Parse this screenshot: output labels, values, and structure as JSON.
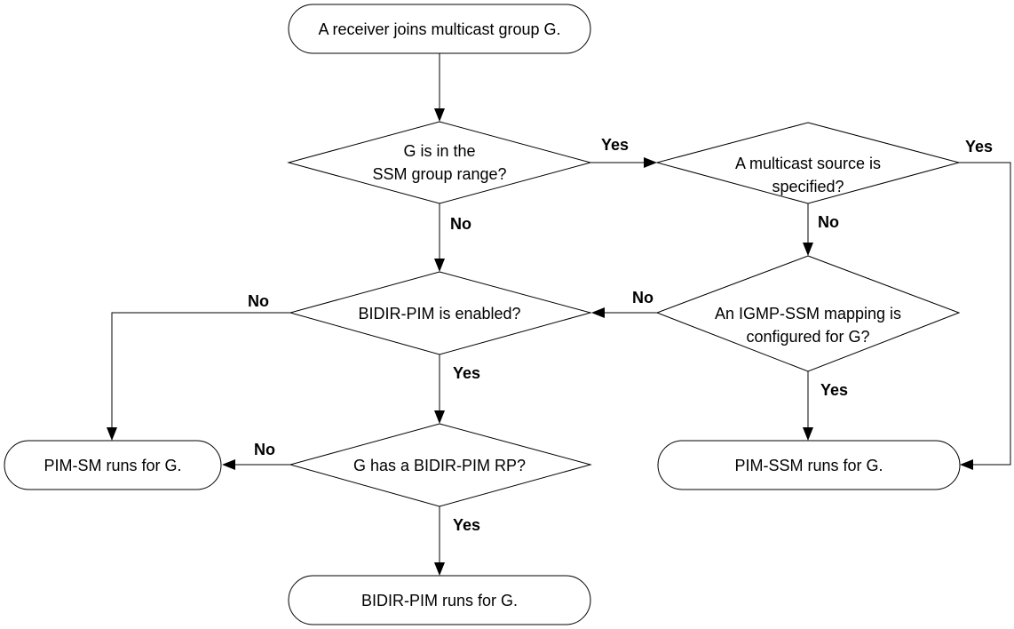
{
  "flowchart": {
    "start": "A receiver joins multicast group G.",
    "q_ssm_range": [
      "G is in the",
      "SSM group range?"
    ],
    "q_source_specified": [
      "A multicast source is",
      "specified?"
    ],
    "q_bidir_enabled": "BIDIR-PIM is enabled?",
    "q_igmp_ssm_mapping": [
      "An IGMP-SSM mapping is",
      "configured for G?"
    ],
    "q_bidir_rp": "G has a BIDIR-PIM RP?",
    "result_pim_sm": "PIM-SM runs for G.",
    "result_pim_ssm": "PIM-SSM runs for G.",
    "result_bidir_pim": "BIDIR-PIM runs for G."
  },
  "edge_labels": {
    "ssm_range_yes": "Yes",
    "ssm_range_no": "No",
    "source_specified_yes": "Yes",
    "source_specified_no": "No",
    "bidir_enabled_no": "No",
    "bidir_enabled_yes": "Yes",
    "igmp_mapping_no": "No",
    "igmp_mapping_yes": "Yes",
    "bidir_rp_no": "No",
    "bidir_rp_yes": "Yes"
  }
}
